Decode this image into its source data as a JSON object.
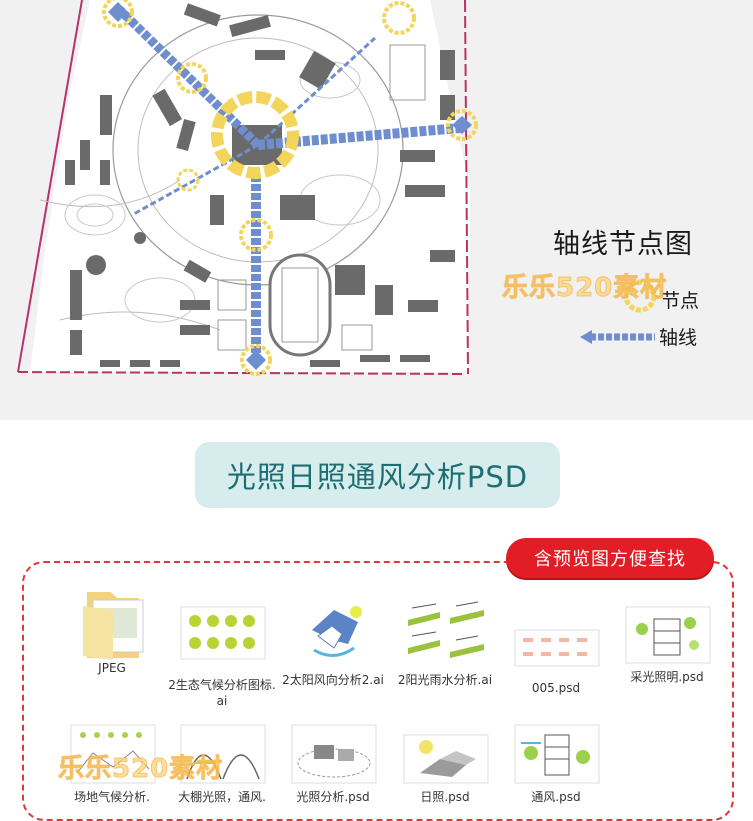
{
  "map": {
    "title": "轴线节点图",
    "legend": {
      "node_label": "节点",
      "axis_label": "轴线"
    },
    "colors": {
      "axis": "#6f8ecf",
      "node": "#f2d55a",
      "boundary": "#b8336a",
      "building": "#6a6a6a"
    }
  },
  "watermark": "乐乐520素材",
  "section": {
    "title": "光照日照通风分析PSD"
  },
  "files": {
    "badge": "含预览图方便查找",
    "items": [
      {
        "name": "JPEG",
        "icon": "folder-icon"
      },
      {
        "name": "2生态气候分析图标.ai",
        "icon": "ai-file-thumbnail"
      },
      {
        "name": "2太阳风向分析2.ai",
        "icon": "ai-file-thumbnail"
      },
      {
        "name": "2阳光雨水分析.ai",
        "icon": "ai-file-thumbnail"
      },
      {
        "name": "005.psd",
        "icon": "psd-file-thumbnail"
      },
      {
        "name": "采光照明.psd",
        "icon": "psd-file-thumbnail"
      },
      {
        "name": "场地气候分析.",
        "icon": "psd-file-thumbnail"
      },
      {
        "name": "大棚光照，通风.",
        "icon": "psd-file-thumbnail"
      },
      {
        "name": "光照分析.psd",
        "icon": "psd-file-thumbnail"
      },
      {
        "name": "日照.psd",
        "icon": "psd-file-thumbnail"
      },
      {
        "name": "通风.psd",
        "icon": "psd-file-thumbnail"
      }
    ]
  }
}
